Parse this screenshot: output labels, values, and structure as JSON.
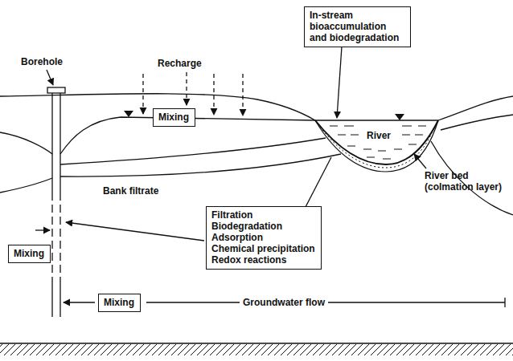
{
  "diagram": {
    "nodes": [
      {
        "text": [
          "In-stream bioaccumulation and biodegradation"
        ]
      },
      {
        "text": [
          "Mixing"
        ]
      },
      {
        "text": [
          "Filtration",
          "Biodegradation",
          "Adsorption",
          "Chemical precipitation",
          "Redox reactions"
        ]
      },
      {
        "text": [
          "Mixing"
        ]
      },
      {
        "text": [
          "Mixing"
        ]
      }
    ],
    "labels": [
      "Borehole",
      "Recharge",
      "River",
      "Bank filtrate",
      "River bed (colmation layer)",
      "Groundwater flow"
    ]
  }
}
